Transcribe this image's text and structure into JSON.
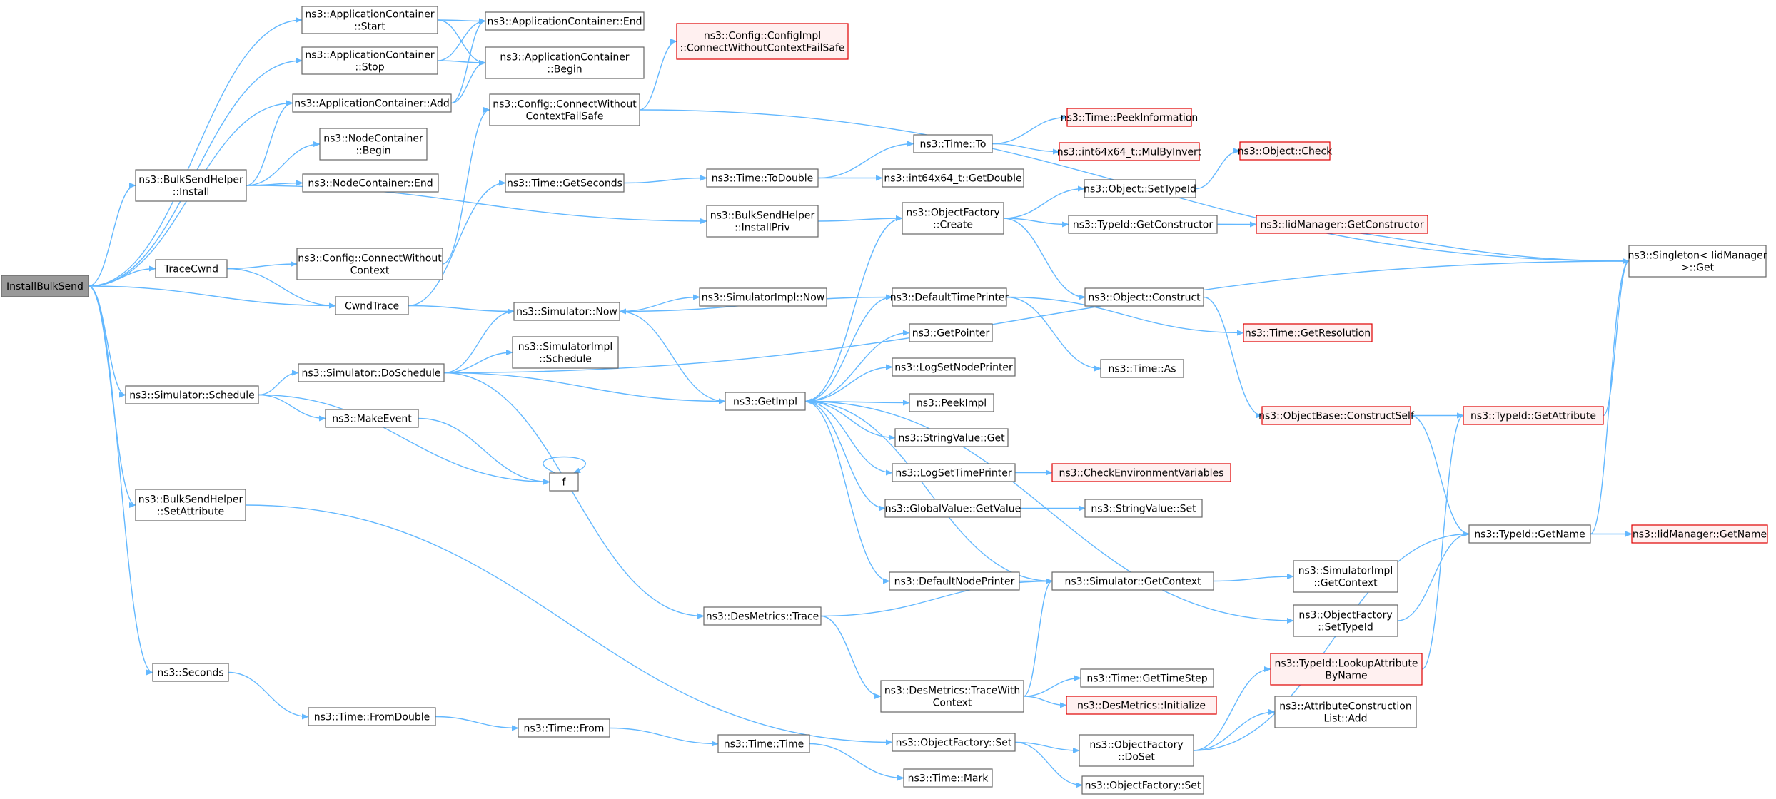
{
  "colors": {
    "edge": "#63b8ff",
    "node_border": "#666666",
    "root_fill": "#999999",
    "truncated_border": "#e00000",
    "truncated_fill": "#fff0f0"
  },
  "nodes": [
    {
      "id": "root",
      "lines": [
        "InstallBulkSend"
      ],
      "kind": "root"
    },
    {
      "id": "acStart",
      "lines": [
        "ns3::ApplicationContainer",
        "::Start"
      ]
    },
    {
      "id": "acStop",
      "lines": [
        "ns3::ApplicationContainer",
        "::Stop"
      ]
    },
    {
      "id": "acAdd",
      "lines": [
        "ns3::ApplicationContainer::Add"
      ]
    },
    {
      "id": "acEnd",
      "lines": [
        "ns3::ApplicationContainer::End"
      ]
    },
    {
      "id": "acBegin",
      "lines": [
        "ns3::ApplicationContainer",
        "::Begin"
      ]
    },
    {
      "id": "cfgImpl",
      "lines": [
        "ns3::Config::ConfigImpl",
        "::ConnectWithoutContextFailSafe"
      ],
      "kind": "trunc"
    },
    {
      "id": "cfgCwcfs",
      "lines": [
        "ns3::Config::ConnectWithout",
        "ContextFailSafe"
      ]
    },
    {
      "id": "bsInstall",
      "lines": [
        "ns3::BulkSendHelper",
        "::Install"
      ]
    },
    {
      "id": "ncBegin",
      "lines": [
        "ns3::NodeContainer",
        "::Begin"
      ]
    },
    {
      "id": "ncEnd",
      "lines": [
        "ns3::NodeContainer::End"
      ]
    },
    {
      "id": "timeGetSeconds",
      "lines": [
        "ns3::Time::GetSeconds"
      ]
    },
    {
      "id": "timeToDouble",
      "lines": [
        "ns3::Time::ToDouble"
      ]
    },
    {
      "id": "timeTo",
      "lines": [
        "ns3::Time::To"
      ]
    },
    {
      "id": "peekInfo",
      "lines": [
        "ns3::Time::PeekInformation"
      ],
      "kind": "trunc"
    },
    {
      "id": "mulByInvert",
      "lines": [
        "ns3::int64x64_t::MulByInvert"
      ],
      "kind": "trunc"
    },
    {
      "id": "i64GetDouble",
      "lines": [
        "ns3::int64x64_t::GetDouble"
      ]
    },
    {
      "id": "objCheck",
      "lines": [
        "ns3::Object::Check"
      ],
      "kind": "trunc"
    },
    {
      "id": "objSetTypeId",
      "lines": [
        "ns3::Object::SetTypeId"
      ]
    },
    {
      "id": "bsInstallPriv",
      "lines": [
        "ns3::BulkSendHelper",
        "::InstallPriv"
      ]
    },
    {
      "id": "ofCreate",
      "lines": [
        "ns3::ObjectFactory",
        "::Create"
      ]
    },
    {
      "id": "tidGetCtor",
      "lines": [
        "ns3::TypeId::GetConstructor"
      ]
    },
    {
      "id": "iidGetCtor",
      "lines": [
        "ns3::IidManager::GetConstructor"
      ],
      "kind": "trunc"
    },
    {
      "id": "singleton",
      "lines": [
        "ns3::Singleton< IidManager",
        "  >::Get"
      ]
    },
    {
      "id": "traceCwnd",
      "lines": [
        "TraceCwnd"
      ]
    },
    {
      "id": "cfgCwc",
      "lines": [
        "ns3::Config::ConnectWithout",
        "Context"
      ]
    },
    {
      "id": "cwndTrace",
      "lines": [
        "CwndTrace"
      ]
    },
    {
      "id": "simNow",
      "lines": [
        "ns3::Simulator::Now"
      ]
    },
    {
      "id": "simImplNow",
      "lines": [
        "ns3::SimulatorImpl::Now"
      ]
    },
    {
      "id": "defTimePrinter",
      "lines": [
        "ns3::DefaultTimePrinter"
      ]
    },
    {
      "id": "objConstruct",
      "lines": [
        "ns3::Object::Construct"
      ]
    },
    {
      "id": "getRes",
      "lines": [
        "ns3::Time::GetResolution"
      ],
      "kind": "trunc"
    },
    {
      "id": "getPointer",
      "lines": [
        "ns3::GetPointer"
      ]
    },
    {
      "id": "timeAs",
      "lines": [
        "ns3::Time::As"
      ]
    },
    {
      "id": "simImplSchedule",
      "lines": [
        "ns3::SimulatorImpl",
        "::Schedule"
      ]
    },
    {
      "id": "simDoSchedule",
      "lines": [
        "ns3::Simulator::DoSchedule"
      ]
    },
    {
      "id": "logSetNodePrinter",
      "lines": [
        "ns3::LogSetNodePrinter"
      ]
    },
    {
      "id": "simSchedule",
      "lines": [
        "ns3::Simulator::Schedule"
      ]
    },
    {
      "id": "getImpl",
      "lines": [
        "ns3::GetImpl"
      ]
    },
    {
      "id": "peekImpl",
      "lines": [
        "ns3::PeekImpl"
      ]
    },
    {
      "id": "obConstructSelf",
      "lines": [
        "ns3::ObjectBase::ConstructSelf"
      ],
      "kind": "trunc"
    },
    {
      "id": "tidGetAttr",
      "lines": [
        "ns3::TypeId::GetAttribute"
      ],
      "kind": "trunc"
    },
    {
      "id": "makeEvent",
      "lines": [
        "ns3::MakeEvent"
      ]
    },
    {
      "id": "strGet",
      "lines": [
        "ns3::StringValue::Get"
      ]
    },
    {
      "id": "logSetTimePrinter",
      "lines": [
        "ns3::LogSetTimePrinter"
      ]
    },
    {
      "id": "checkEnv",
      "lines": [
        "ns3::CheckEnvironmentVariables"
      ],
      "kind": "trunc"
    },
    {
      "id": "f",
      "lines": [
        "f"
      ]
    },
    {
      "id": "bsSetAttr",
      "lines": [
        "ns3::BulkSendHelper",
        "::SetAttribute"
      ]
    },
    {
      "id": "gvGetValue",
      "lines": [
        "ns3::GlobalValue::GetValue"
      ]
    },
    {
      "id": "strSet",
      "lines": [
        "ns3::StringValue::Set"
      ]
    },
    {
      "id": "tidGetName",
      "lines": [
        "ns3::TypeId::GetName"
      ]
    },
    {
      "id": "iidGetName",
      "lines": [
        "ns3::IidManager::GetName"
      ],
      "kind": "trunc"
    },
    {
      "id": "defNodePrinter",
      "lines": [
        "ns3::DefaultNodePrinter"
      ]
    },
    {
      "id": "simGetContext",
      "lines": [
        "ns3::Simulator::GetContext"
      ]
    },
    {
      "id": "simImplGetContext",
      "lines": [
        "ns3::SimulatorImpl",
        "::GetContext"
      ]
    },
    {
      "id": "dmTrace",
      "lines": [
        "ns3::DesMetrics::Trace"
      ]
    },
    {
      "id": "ofSetTypeId",
      "lines": [
        "ns3::ObjectFactory",
        "::SetTypeId"
      ]
    },
    {
      "id": "tidLookup",
      "lines": [
        "ns3::TypeId::LookupAttribute",
        "ByName"
      ],
      "kind": "trunc"
    },
    {
      "id": "seconds",
      "lines": [
        "ns3::Seconds"
      ]
    },
    {
      "id": "timeGetTimeStep",
      "lines": [
        "ns3::Time::GetTimeStep"
      ]
    },
    {
      "id": "dmTraceWithCtx",
      "lines": [
        "ns3::DesMetrics::TraceWith",
        "Context"
      ]
    },
    {
      "id": "timeFromDouble",
      "lines": [
        "ns3::Time::FromDouble"
      ]
    },
    {
      "id": "dmInit",
      "lines": [
        "ns3::DesMetrics::Initialize"
      ],
      "kind": "trunc"
    },
    {
      "id": "attrAdd",
      "lines": [
        "ns3::AttributeConstruction",
        "List::Add"
      ]
    },
    {
      "id": "timeFrom",
      "lines": [
        "ns3::Time::From"
      ]
    },
    {
      "id": "timeTime",
      "lines": [
        "ns3::Time::Time"
      ]
    },
    {
      "id": "ofSet",
      "lines": [
        "ns3::ObjectFactory::Set"
      ]
    },
    {
      "id": "ofDoSet",
      "lines": [
        "ns3::ObjectFactory",
        "::DoSet"
      ]
    },
    {
      "id": "timeMark",
      "lines": [
        "ns3::Time::Mark"
      ]
    },
    {
      "id": "ofSet2",
      "lines": [
        "ns3::ObjectFactory::Set"
      ]
    }
  ],
  "edges": [
    [
      "root",
      "acStart"
    ],
    [
      "root",
      "acStop"
    ],
    [
      "root",
      "acAdd"
    ],
    [
      "root",
      "bsInstall"
    ],
    [
      "root",
      "traceCwnd"
    ],
    [
      "root",
      "cwndTrace"
    ],
    [
      "root",
      "simSchedule"
    ],
    [
      "root",
      "bsSetAttr"
    ],
    [
      "root",
      "seconds"
    ],
    [
      "acStart",
      "acEnd"
    ],
    [
      "acStart",
      "acBegin"
    ],
    [
      "acStop",
      "acEnd"
    ],
    [
      "acStop",
      "acBegin"
    ],
    [
      "acAdd",
      "acEnd"
    ],
    [
      "acAdd",
      "acBegin"
    ],
    [
      "bsInstall",
      "acAdd"
    ],
    [
      "bsInstall",
      "ncBegin"
    ],
    [
      "bsInstall",
      "ncEnd"
    ],
    [
      "bsInstall",
      "bsInstallPriv"
    ],
    [
      "cfgCwcfs",
      "cfgImpl"
    ],
    [
      "cfgCwcfs",
      "singleton"
    ],
    [
      "traceCwnd",
      "cfgCwc"
    ],
    [
      "traceCwnd",
      "cwndTrace"
    ],
    [
      "cfgCwc",
      "cfgCwcfs"
    ],
    [
      "cwndTrace",
      "timeGetSeconds"
    ],
    [
      "cwndTrace",
      "simNow"
    ],
    [
      "timeGetSeconds",
      "timeToDouble"
    ],
    [
      "timeToDouble",
      "timeTo"
    ],
    [
      "timeToDouble",
      "i64GetDouble"
    ],
    [
      "timeTo",
      "peekInfo"
    ],
    [
      "timeTo",
      "mulByInvert"
    ],
    [
      "bsInstallPriv",
      "ofCreate"
    ],
    [
      "ofCreate",
      "objSetTypeId"
    ],
    [
      "ofCreate",
      "tidGetCtor"
    ],
    [
      "ofCreate",
      "objConstruct"
    ],
    [
      "objSetTypeId",
      "objCheck"
    ],
    [
      "tidGetCtor",
      "iidGetCtor"
    ],
    [
      "tidGetCtor",
      "singleton"
    ],
    [
      "simNow",
      "simImplNow"
    ],
    [
      "simNow",
      "getImpl"
    ],
    [
      "simDoSchedule",
      "singleton"
    ],
    [
      "simDoSchedule",
      "simNow"
    ],
    [
      "simDoSchedule",
      "simImplSchedule"
    ],
    [
      "simDoSchedule",
      "getImpl"
    ],
    [
      "simDoSchedule",
      "dmTrace"
    ],
    [
      "simSchedule",
      "simDoSchedule"
    ],
    [
      "simSchedule",
      "makeEvent"
    ],
    [
      "simSchedule",
      "f"
    ],
    [
      "makeEvent",
      "f"
    ],
    [
      "f",
      "f"
    ],
    [
      "getImpl",
      "ofCreate"
    ],
    [
      "getImpl",
      "defTimePrinter"
    ],
    [
      "getImpl",
      "getPointer"
    ],
    [
      "getImpl",
      "logSetNodePrinter"
    ],
    [
      "getImpl",
      "peekImpl"
    ],
    [
      "getImpl",
      "strGet"
    ],
    [
      "getImpl",
      "logSetTimePrinter"
    ],
    [
      "getImpl",
      "gvGetValue"
    ],
    [
      "getImpl",
      "defNodePrinter"
    ],
    [
      "getImpl",
      "ofSetTypeId"
    ],
    [
      "defTimePrinter",
      "simNow"
    ],
    [
      "defTimePrinter",
      "getRes"
    ],
    [
      "defTimePrinter",
      "timeAs"
    ],
    [
      "objConstruct",
      "obConstructSelf"
    ],
    [
      "obConstructSelf",
      "tidGetAttr"
    ],
    [
      "obConstructSelf",
      "tidGetName"
    ],
    [
      "tidGetAttr",
      "singleton"
    ],
    [
      "logSetTimePrinter",
      "checkEnv"
    ],
    [
      "gvGetValue",
      "strSet"
    ],
    [
      "tidGetName",
      "iidGetName"
    ],
    [
      "tidGetName",
      "singleton"
    ],
    [
      "defNodePrinter",
      "simGetContext"
    ],
    [
      "simGetContext",
      "getImpl"
    ],
    [
      "simGetContext",
      "simImplGetContext"
    ],
    [
      "dmTrace",
      "simGetContext"
    ],
    [
      "dmTrace",
      "dmTraceWithCtx"
    ],
    [
      "ofSetTypeId",
      "tidGetName"
    ],
    [
      "tidLookup",
      "tidGetAttr"
    ],
    [
      "dmTraceWithCtx",
      "simGetContext"
    ],
    [
      "dmTraceWithCtx",
      "timeGetTimeStep"
    ],
    [
      "dmTraceWithCtx",
      "dmInit"
    ],
    [
      "bsSetAttr",
      "ofSet"
    ],
    [
      "ofSet",
      "ofDoSet"
    ],
    [
      "ofSet",
      "ofSet2"
    ],
    [
      "ofDoSet",
      "tidLookup"
    ],
    [
      "ofDoSet",
      "attrAdd"
    ],
    [
      "ofDoSet",
      "tidGetName"
    ],
    [
      "seconds",
      "timeFromDouble"
    ],
    [
      "timeFromDouble",
      "timeFrom"
    ],
    [
      "timeFrom",
      "timeTime"
    ],
    [
      "timeTime",
      "timeMark"
    ]
  ]
}
